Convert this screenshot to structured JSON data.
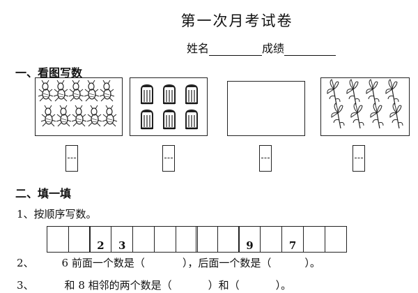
{
  "header": {
    "title": "第一次月考试卷",
    "name_label": "姓名",
    "score_label": "成绩"
  },
  "section1": {
    "heading": "一、看图写数",
    "pictures": [
      {
        "icon": "ant-icon",
        "count": 10
      },
      {
        "icon": "jar-icon",
        "count": 6
      },
      {
        "icon": "empty",
        "count": 0
      },
      {
        "icon": "flower-icon",
        "count": 8
      }
    ]
  },
  "section2": {
    "heading": "二、填一填",
    "q1": {
      "text": "1、按顺序写数。",
      "seq_a": [
        "",
        "",
        "2",
        "3",
        "",
        "",
        ""
      ],
      "seq_b": [
        "",
        "",
        "9",
        "",
        "7",
        "",
        ""
      ]
    },
    "q2": {
      "num": "2、",
      "part1": "6 前面一个数是（",
      "part2": "），后面一个数是（",
      "part3": "）。"
    },
    "q3": {
      "num": "3、",
      "part1": "和 8 相邻的两个数是（",
      "part2": "）和（",
      "part3": "）。"
    }
  }
}
